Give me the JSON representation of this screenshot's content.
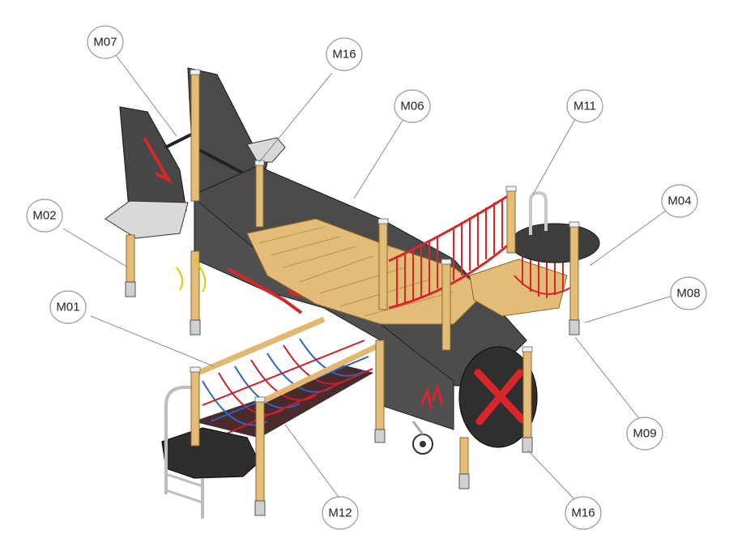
{
  "labels": {
    "m07": "M07",
    "m16_top": "M16",
    "m06": "M06",
    "m11": "M11",
    "m04": "M04",
    "m02": "M02",
    "m08": "M08",
    "m01": "M01",
    "m09": "M09",
    "m12": "M12",
    "m16_bottom": "M16"
  },
  "colors": {
    "fuselage": "#4a4a4a",
    "fuselage_dark": "#3a3a3a",
    "accent_red": "#d8262b",
    "wood": "#e0b870",
    "wood_dark": "#c99a50",
    "steel": "#cfcfcf",
    "net_blue": "#2b63c6",
    "net_red": "#c8202a"
  }
}
